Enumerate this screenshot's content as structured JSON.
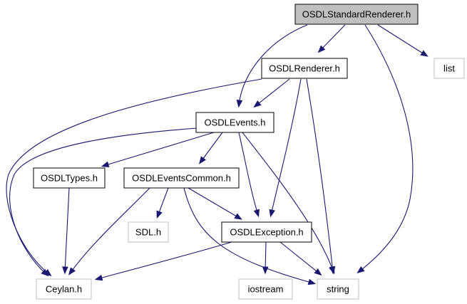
{
  "diagram": {
    "colors": {
      "edge": "#191970",
      "root_fill": "#bfbfbf",
      "node_fill": "#ffffff",
      "node_border": "#000000",
      "external_border": "#bfbfbf"
    },
    "nodes": [
      {
        "id": "root",
        "label": "OSDLStandardRenderer.h",
        "kind": "root"
      },
      {
        "id": "renderer",
        "label": "OSDLRenderer.h",
        "kind": "header"
      },
      {
        "id": "list",
        "label": "list",
        "kind": "external"
      },
      {
        "id": "events",
        "label": "OSDLEvents.h",
        "kind": "header"
      },
      {
        "id": "types",
        "label": "OSDLTypes.h",
        "kind": "header"
      },
      {
        "id": "eventscommon",
        "label": "OSDLEventsCommon.h",
        "kind": "header"
      },
      {
        "id": "sdl",
        "label": "SDL.h",
        "kind": "external"
      },
      {
        "id": "exception",
        "label": "OSDLException.h",
        "kind": "header"
      },
      {
        "id": "ceylan",
        "label": "Ceylan.h",
        "kind": "external"
      },
      {
        "id": "iostream",
        "label": "iostream",
        "kind": "external"
      },
      {
        "id": "string",
        "label": "string",
        "kind": "external"
      }
    ],
    "edges": [
      {
        "from": "root",
        "to": "renderer"
      },
      {
        "from": "root",
        "to": "events"
      },
      {
        "from": "root",
        "to": "list"
      },
      {
        "from": "root",
        "to": "string"
      },
      {
        "from": "renderer",
        "to": "events"
      },
      {
        "from": "renderer",
        "to": "exception"
      },
      {
        "from": "renderer",
        "to": "string"
      },
      {
        "from": "renderer",
        "to": "ceylan"
      },
      {
        "from": "events",
        "to": "types"
      },
      {
        "from": "events",
        "to": "eventscommon"
      },
      {
        "from": "events",
        "to": "exception"
      },
      {
        "from": "events",
        "to": "string"
      },
      {
        "from": "events",
        "to": "ceylan"
      },
      {
        "from": "types",
        "to": "ceylan"
      },
      {
        "from": "eventscommon",
        "to": "sdl"
      },
      {
        "from": "eventscommon",
        "to": "exception"
      },
      {
        "from": "eventscommon",
        "to": "ceylan"
      },
      {
        "from": "eventscommon",
        "to": "string"
      },
      {
        "from": "exception",
        "to": "ceylan"
      },
      {
        "from": "exception",
        "to": "iostream"
      },
      {
        "from": "exception",
        "to": "string"
      }
    ]
  }
}
